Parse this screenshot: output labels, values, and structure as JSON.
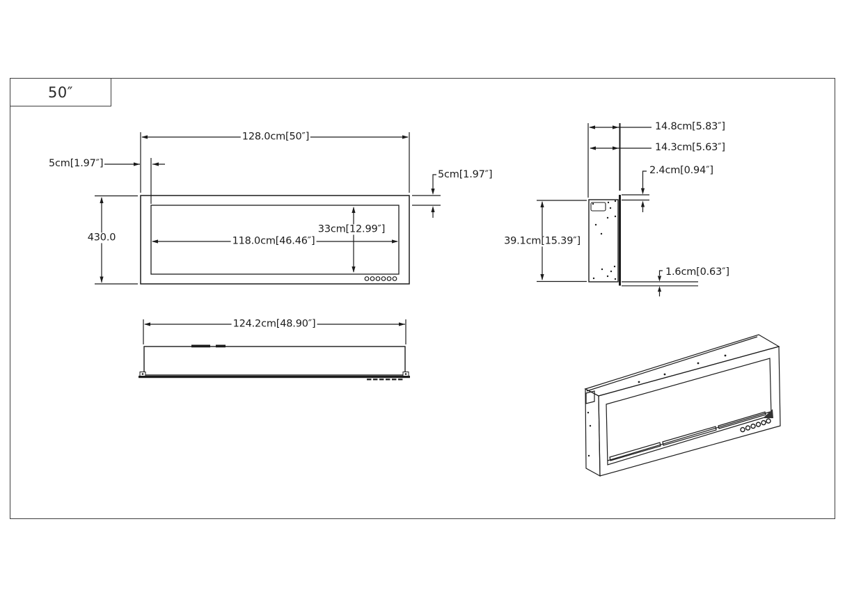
{
  "drawing": {
    "title_block": {
      "size_label": "50″"
    },
    "front_view": {
      "overall_width": "128.0cm[50″]",
      "left_inset": "5cm[1.97″]",
      "right_inset": "5cm[1.97″]",
      "overall_height_mm": "430.0",
      "viewing_width": "118.0cm[46.46″]",
      "viewing_height": "33cm[12.99″]",
      "control_button_count": 6
    },
    "top_view": {
      "recess_width": "124.2cm[48.90″]"
    },
    "side_view": {
      "overall_depth": "14.8cm[5.83″]",
      "insert_depth": "14.3cm[5.63″]",
      "top_flange_offset": "2.4cm[0.94″]",
      "insert_height": "39.1cm[15.39″]",
      "bottom_flange_offset": "1.6cm[0.63″]"
    },
    "perspective_view": {
      "control_button_count": 6
    }
  }
}
